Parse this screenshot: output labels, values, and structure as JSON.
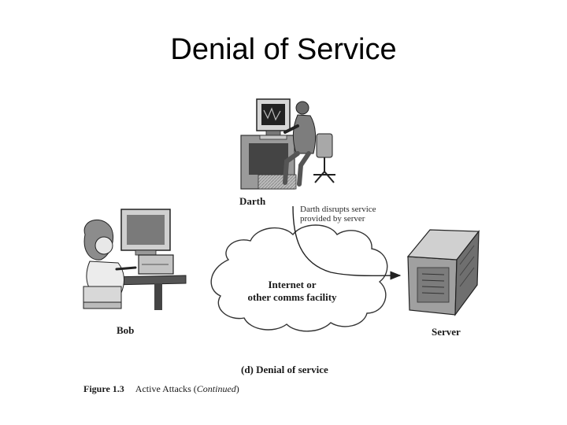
{
  "slide": {
    "title": "Denial of Service"
  },
  "figure": {
    "labels": {
      "darth": "Darth",
      "bob": "Bob",
      "server": "Server"
    },
    "annotation": {
      "line1": "Darth disrupts service",
      "line2": "provided by server"
    },
    "cloud": {
      "line1": "Internet or",
      "line2": "other comms facility"
    },
    "subcaption": "(d) Denial of service",
    "caption": {
      "number": "Figure 1.3",
      "text": "Active Attacks (",
      "emphasis": "Continued",
      "close": ")"
    }
  }
}
